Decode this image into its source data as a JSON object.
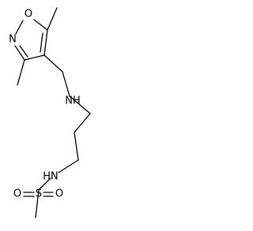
{
  "molecule": {
    "atoms": {
      "o_ring": "O",
      "n_ring": "N",
      "nh_amine": "NH",
      "nh_sulfonamide": "HN",
      "sulfur": "S",
      "o_sulfonyl_left": "O",
      "o_sulfonyl_right": "O"
    },
    "colors": {
      "bond": "#000000",
      "label": "#000000",
      "background": "#ffffff"
    }
  }
}
